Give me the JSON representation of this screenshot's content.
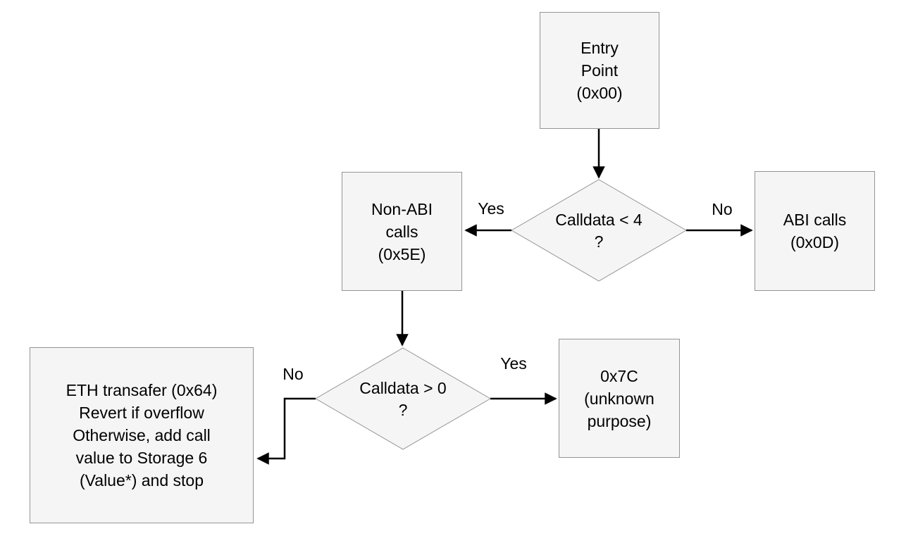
{
  "diagram": {
    "title": "contract-control-flow",
    "nodes": {
      "entry": {
        "label": "Entry\nPoint\n(0x00)"
      },
      "non_abi": {
        "label": "Non-ABI\ncalls\n(0x5E)"
      },
      "abi": {
        "label": "ABI calls\n(0x0D)"
      },
      "x7c": {
        "label": "0x7C\n(unknown\npurpose)"
      },
      "eth_transfer": {
        "label": "ETH transafer (0x64)\nRevert if overflow\nOtherwise, add call\nvalue to Storage 6\n(Value*) and stop"
      }
    },
    "decisions": {
      "calldata_lt_4": {
        "label": "Calldata < 4\n?"
      },
      "calldata_gt_0": {
        "label": "Calldata > 0\n?"
      }
    },
    "edge_labels": {
      "d1_yes": "Yes",
      "d1_no": "No",
      "d2_yes": "Yes",
      "d2_no": "No"
    },
    "colors": {
      "node_fill": "#f5f5f5",
      "node_border": "#949494",
      "arrow": "#000000"
    }
  }
}
